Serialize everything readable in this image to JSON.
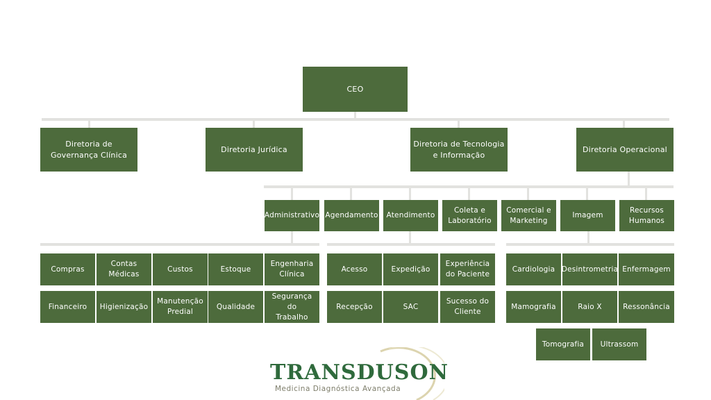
{
  "ceo": "CEO",
  "directorates": {
    "governanca": "Diretoria de\nGovernança Clínica",
    "juridica": "Diretoria Jurídica",
    "tecnologia": "Diretoria de Tecnologia\ne Informação",
    "operacional": "Diretoria Operacional"
  },
  "departments": {
    "administrativo": "Administrativo",
    "agendamento": "Agendamento",
    "atendimento": "Atendimento",
    "coleta": "Coleta e\nLaboratório",
    "comercial": "Comercial e\nMarketing",
    "imagem": "Imagem",
    "recursos_humanos": "Recursos\nHumanos"
  },
  "administrativo_units": {
    "compras": "Compras",
    "contas_medicas": "Contas\nMédicas",
    "custos": "Custos",
    "estoque": "Estoque",
    "engenharia_clinica": "Engenharia\nClínica",
    "financeiro": "Financeiro",
    "higienizacao": "Higienização",
    "manutencao_predial": "Manutenção\nPredial",
    "qualidade": "Qualidade",
    "seguranca_trabalho": "Segurança do\nTrabalho"
  },
  "atendimento_units": {
    "acesso": "Acesso",
    "expedicao": "Expedição",
    "experiencia_paciente": "Experiência\ndo Paciente",
    "recepcao": "Recepção",
    "sac": "SAC",
    "sucesso_cliente": "Sucesso do\nCliente"
  },
  "imagem_units": {
    "cardiologia": "Cardiologia",
    "desintrometria": "Desintrometria",
    "enfermagem": "Enfermagem",
    "mamografia": "Mamografia",
    "raio_x": "Raio X",
    "ressonancia": "Ressonância",
    "tomografia": "Tomografia",
    "ultrassom": "Ultrassom"
  },
  "logo": {
    "name": "TRANSDUSON",
    "tagline": "Medicina Diagnóstica Avançada"
  },
  "colors": {
    "box": "#4d6b3c",
    "connector": "#e2e2df",
    "logo_green": "#2f6a3c",
    "logo_gold": "#d8cfa6"
  }
}
